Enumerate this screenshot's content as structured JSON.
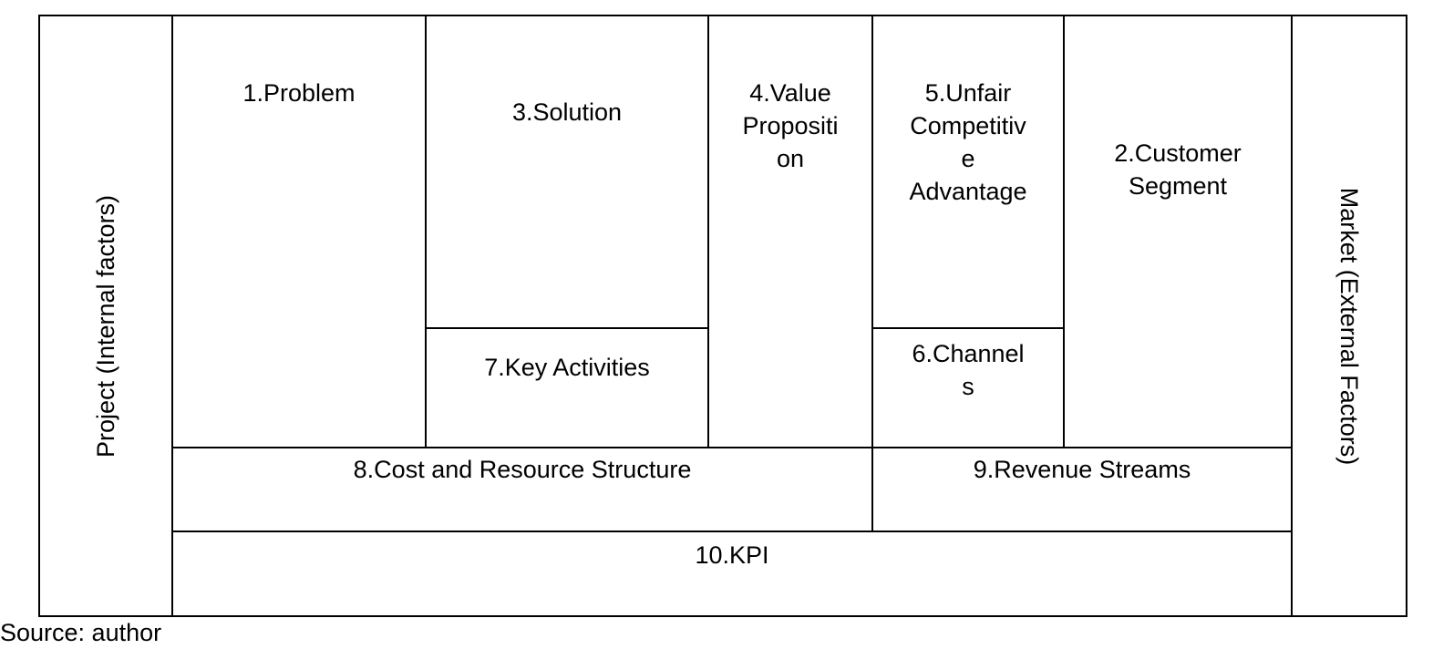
{
  "canvas": {
    "side_left": "Project (Internal factors)",
    "side_right": "Market (External Factors)",
    "blocks": {
      "problem": "1.Problem",
      "customer_segment": "2.Customer\nSegment",
      "solution": "3.Solution",
      "value_proposition": "4.Value\nPropositi\non",
      "unfair_advantage": "5.Unfair\nCompetitiv\ne\nAdvantage",
      "channels": "6.Channel\ns",
      "key_activities": "7.Key Activities",
      "cost_structure": "8.Cost and Resource Structure",
      "revenue_streams": "9.Revenue Streams",
      "kpi": "10.KPI"
    }
  },
  "caption": "Source: author"
}
